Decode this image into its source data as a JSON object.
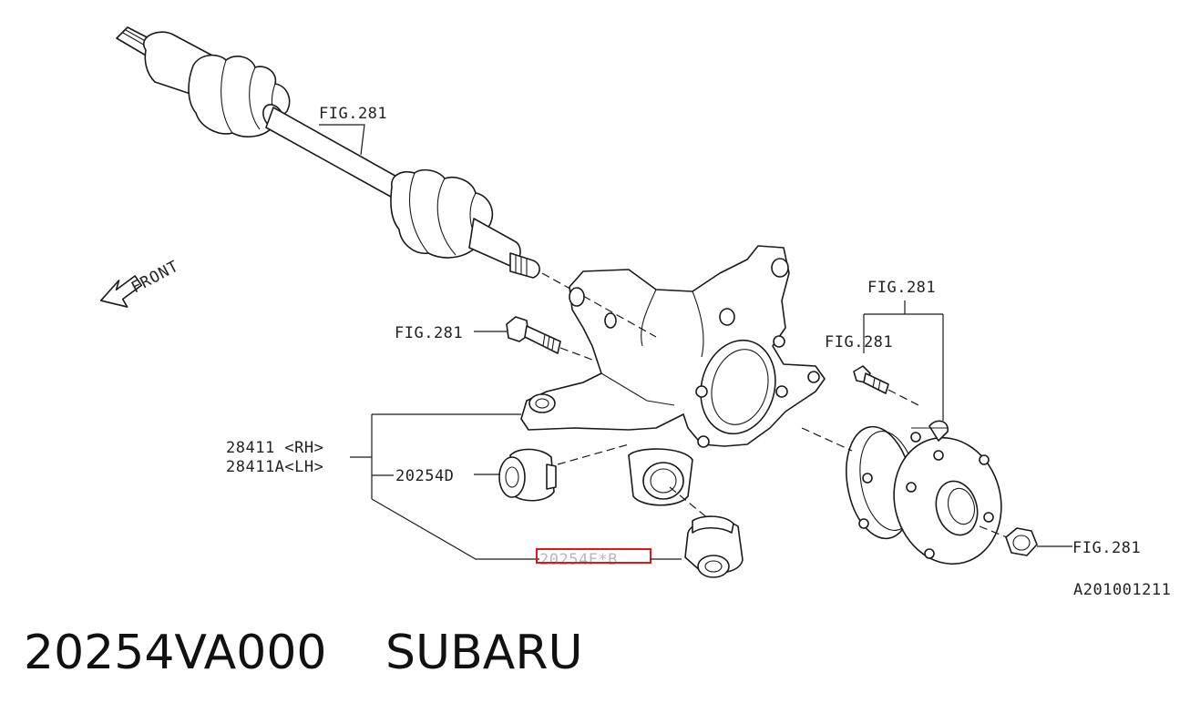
{
  "labels": {
    "fig_shaft": "FIG.281",
    "fig_bolt": "FIG.281",
    "fig_hub_group": "FIG.281",
    "fig_hub_bolt": "FIG.281",
    "fig_nut": "FIG.281",
    "front": "FRONT",
    "knuckle_rh": "28411 <RH>",
    "knuckle_lh": "28411A<LH>",
    "bushing_d": "20254D",
    "bushing_f": "20254F*B",
    "diagram_code": "A201001211"
  },
  "highlight": {
    "part": "20254F*B",
    "color": "#e01818"
  },
  "caption": {
    "part_number": "20254VA000",
    "brand": "SUBARU"
  }
}
